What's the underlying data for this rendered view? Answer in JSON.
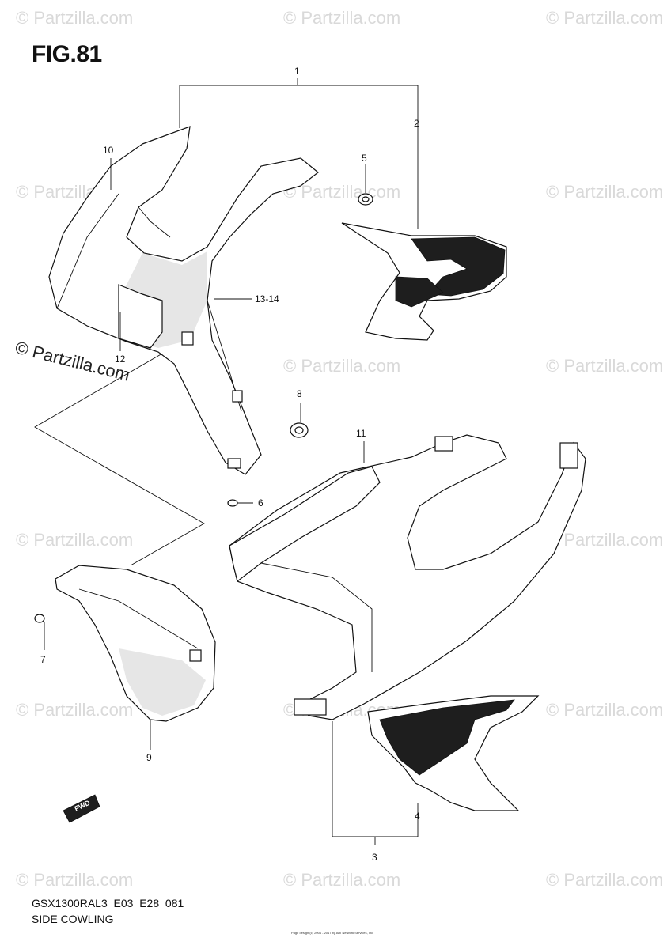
{
  "figure": {
    "label": "FIG.81",
    "model_code": "GSX1300RAL3_E03_E28_081",
    "section_title": "SIDE COWLING"
  },
  "watermark": {
    "text": "© Partzilla.com"
  },
  "callouts": [
    "1",
    "2",
    "3",
    "4",
    "5",
    "6",
    "7",
    "8",
    "9",
    "10",
    "11",
    "12",
    "13-14"
  ],
  "fwd_label": "FWD",
  "copyright": "Page design (c) 2004 - 2017 by ARI Network Services, Inc.",
  "colors": {
    "line": "#111111",
    "watermark": "#d9d9d9"
  }
}
